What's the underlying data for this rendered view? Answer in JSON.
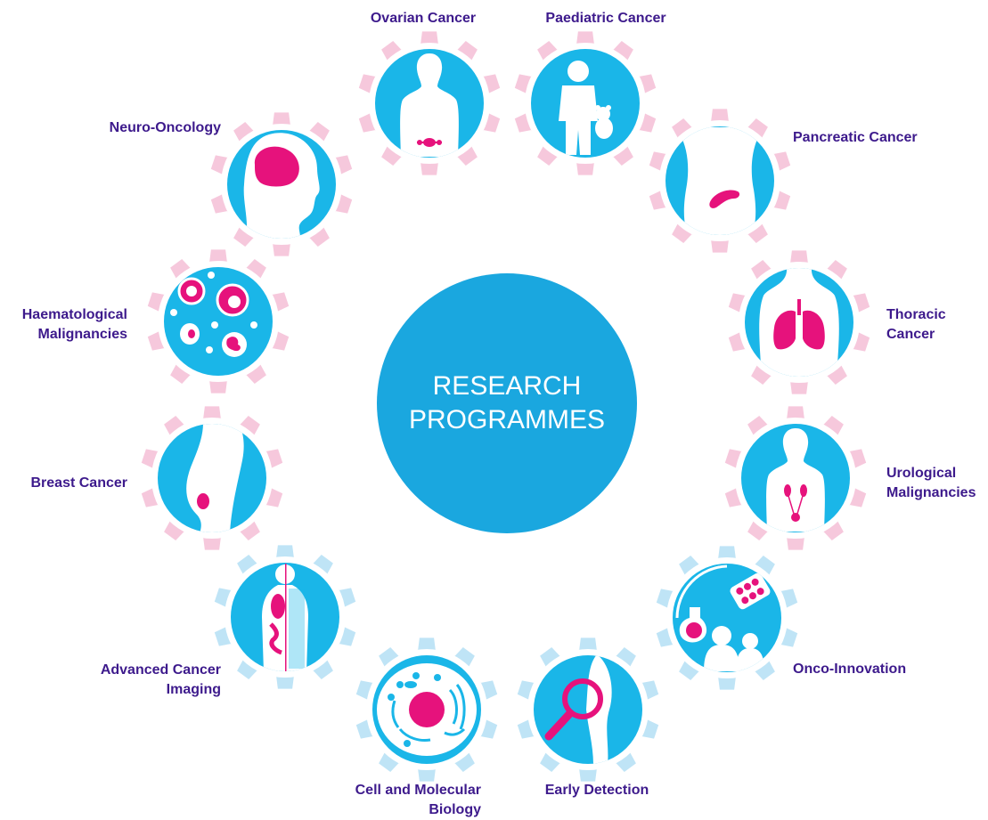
{
  "center": {
    "line1": "RESEARCH",
    "line2": "PROGRAMMES"
  },
  "colors": {
    "hub": "#1aa7df",
    "icon_bg": "#1ab6e8",
    "pink_gear": "#f6c8dc",
    "blue_gear": "#bfe4f6",
    "magenta": "#e6127c",
    "label_text": "#3d1a8c"
  },
  "programmes": [
    {
      "id": "ovarian",
      "lines": [
        "Ovarian Cancer"
      ],
      "gear": "pink",
      "icon": "female-body-ovaries-icon"
    },
    {
      "id": "paediatric",
      "lines": [
        "Paediatric Cancer"
      ],
      "gear": "pink",
      "icon": "child-with-teddy-icon"
    },
    {
      "id": "pancreatic",
      "lines": [
        "Pancreatic Cancer"
      ],
      "gear": "pink",
      "icon": "torso-pancreas-icon"
    },
    {
      "id": "thoracic",
      "lines": [
        "Thoracic",
        "Cancer"
      ],
      "gear": "pink",
      "icon": "lungs-icon"
    },
    {
      "id": "urological",
      "lines": [
        "Urological",
        "Malignancies"
      ],
      "gear": "pink",
      "icon": "body-kidneys-icon"
    },
    {
      "id": "onco-innovation",
      "lines": [
        "Onco-Innovation"
      ],
      "gear": "blue",
      "icon": "flask-pills-people-icon"
    },
    {
      "id": "early-detection",
      "lines": [
        "Early Detection"
      ],
      "gear": "blue",
      "icon": "magnifying-glass-body-icon"
    },
    {
      "id": "cell-molecular",
      "lines": [
        "Cell and Molecular",
        "Biology"
      ],
      "gear": "blue",
      "icon": "cell-icon"
    },
    {
      "id": "advanced-imaging",
      "lines": [
        "Advanced Cancer",
        "Imaging"
      ],
      "gear": "blue",
      "icon": "body-scan-icon"
    },
    {
      "id": "breast",
      "lines": [
        "Breast Cancer"
      ],
      "gear": "pink",
      "icon": "breast-profile-icon"
    },
    {
      "id": "haematological",
      "lines": [
        "Haematological",
        "Malignancies"
      ],
      "gear": "pink",
      "icon": "blood-cells-icon"
    },
    {
      "id": "neuro-oncology",
      "lines": [
        "Neuro-Oncology"
      ],
      "gear": "pink",
      "icon": "head-brain-icon"
    }
  ]
}
